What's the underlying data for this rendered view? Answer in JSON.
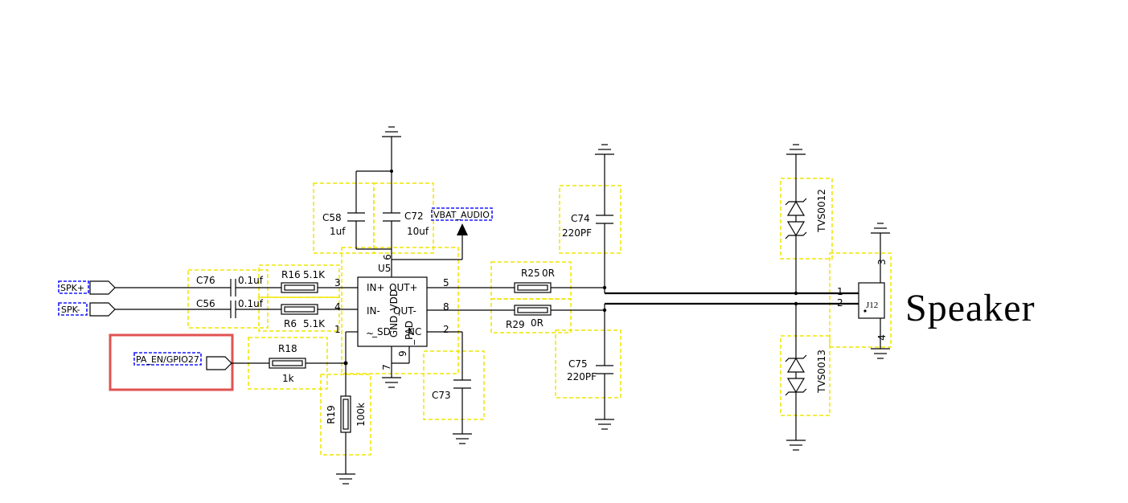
{
  "title": "Speaker",
  "nets": {
    "spk_plus": "SPK+",
    "spk_minus": "SPK-",
    "pa_en": "PA_EN/GPIO27",
    "vbat": "VBAT_AUDIO"
  },
  "c76": {
    "ref": "C76",
    "value": "0.1uf"
  },
  "c56": {
    "ref": "C56",
    "value": "0.1uf"
  },
  "r16": {
    "ref": "R16",
    "value": "5.1K"
  },
  "r6": {
    "ref": "R6",
    "value": "5.1K"
  },
  "r18": {
    "ref": "R18",
    "value": "1k"
  },
  "r19": {
    "ref": "R19",
    "value": "100k"
  },
  "c58": {
    "ref": "C58",
    "value": "1uf"
  },
  "c72": {
    "ref": "C72",
    "value": "10uf"
  },
  "u5": {
    "ref": "U5",
    "in_plus": "IN+",
    "out_plus": "OUT+",
    "in_minus": "IN-",
    "out_minus": "OUT-",
    "tilde": "~",
    "sd": "_SD",
    "nc": "NC",
    "gnd_vdd": "GND_VDD",
    "pad": "_PAD",
    "pins": {
      "in_plus": "3",
      "in_minus": "4",
      "sd": "1",
      "out_plus": "5",
      "out_minus": "8",
      "nc": "2",
      "vdd": "6",
      "pad": "9",
      "gnd": "7"
    }
  },
  "r25": {
    "ref": "R25",
    "value": "0R"
  },
  "r29": {
    "ref": "R29",
    "value": "0R"
  },
  "c74": {
    "ref": "C74",
    "value": "220PF"
  },
  "c75": {
    "ref": "C75",
    "value": "220PF"
  },
  "c73": {
    "ref": "C73"
  },
  "tvs0012": {
    "ref": "TVS0012"
  },
  "tvs0013": {
    "ref": "TVS0013"
  },
  "j12": {
    "ref": "J12",
    "pin1": "1",
    "pin2": "2",
    "pin3": "3",
    "pin4": "4"
  },
  "colors": {
    "wire": "#000000",
    "selection_box": "#f0e500",
    "net_label_box": "#1a1aff",
    "highlight": "#e05252"
  }
}
